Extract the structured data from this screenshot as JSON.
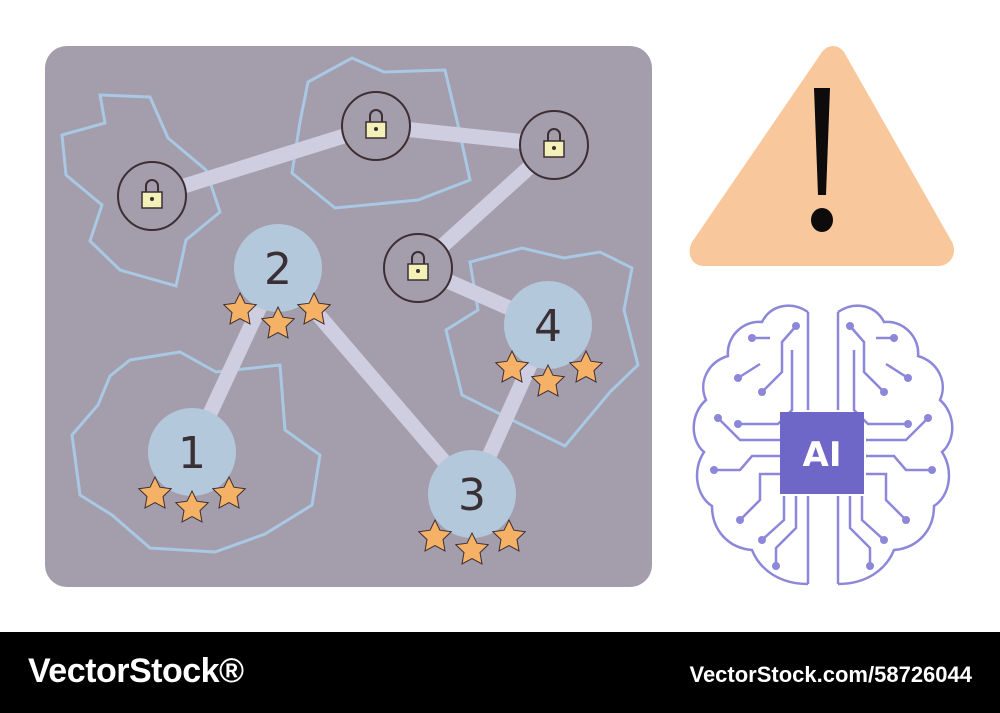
{
  "map": {
    "levels": [
      {
        "label": "1",
        "stars": 3,
        "locked": false
      },
      {
        "label": "2",
        "stars": 3,
        "locked": false
      },
      {
        "label": "3",
        "stars": 3,
        "locked": false
      },
      {
        "label": "4",
        "stars": 3,
        "locked": false
      },
      {
        "label": "",
        "stars": 0,
        "locked": true
      },
      {
        "label": "",
        "stars": 0,
        "locked": true
      },
      {
        "label": "",
        "stars": 0,
        "locked": true
      },
      {
        "label": "",
        "stars": 0,
        "locked": true
      }
    ]
  },
  "ai_badge": {
    "label": "AI"
  },
  "footer": {
    "brand": "VectorStock®",
    "image_id": "VectorStock.com/58726044"
  },
  "colors": {
    "board": "#a49dab",
    "level_node": "#b4c8dc",
    "star": "#f5b266",
    "warning": "#f8c89c",
    "circuit": "#8c87d8",
    "ai_chip": "#6f67c8"
  }
}
